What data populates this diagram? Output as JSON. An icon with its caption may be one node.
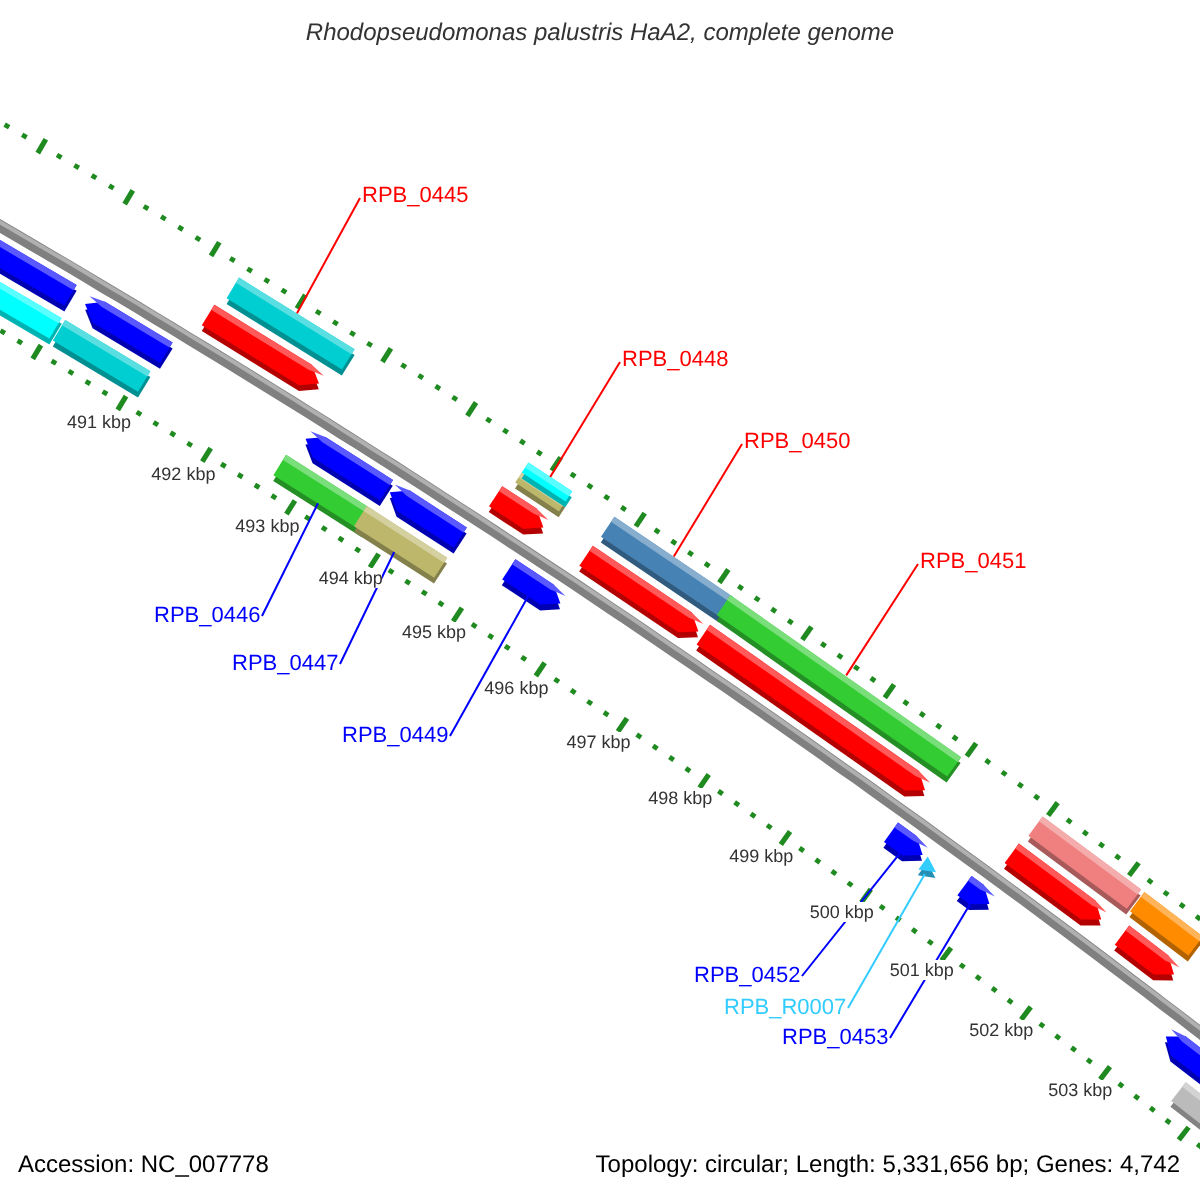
{
  "diagram": {
    "title": "Rhodopseudomonas palustris HaA2, complete genome",
    "nodes": [
      {
        "text": [
          "RPB_0445"
        ]
      },
      {
        "text": [
          "RPB_0448"
        ]
      },
      {
        "text": [
          "RPB_0450"
        ]
      },
      {
        "text": [
          "RPB_0451"
        ]
      },
      {
        "text": [
          "RPB_0446"
        ]
      },
      {
        "text": [
          "RPB_0447"
        ]
      },
      {
        "text": [
          "RPB_0449"
        ]
      },
      {
        "text": [
          "RPB_0452"
        ]
      },
      {
        "text": [
          "RPB_R0007"
        ]
      },
      {
        "text": [
          "RPB_0453"
        ]
      },
      {
        "text": [],
        "shape": "pentagon"
      },
      {
        "text": [],
        "shape": "bar"
      },
      {
        "text": [],
        "shape": "bar"
      },
      {
        "text": [],
        "shape": "pentagon"
      },
      {
        "text": [],
        "shape": "pentagon"
      },
      {
        "text": [],
        "shape": "bar"
      },
      {
        "text": [],
        "shape": "bar"
      },
      {
        "text": [],
        "shape": "pentagon"
      },
      {
        "text": [],
        "shape": "bar"
      },
      {
        "text": [],
        "shape": "pentagon"
      },
      {
        "text": [],
        "shape": "pentagon"
      },
      {
        "text": [],
        "shape": "bar"
      },
      {
        "text": [],
        "shape": "bar"
      },
      {
        "text": [],
        "shape": "pentagon"
      },
      {
        "text": [],
        "shape": "pentagon"
      },
      {
        "text": [],
        "shape": "bar"
      },
      {
        "text": [],
        "shape": "pentagon"
      },
      {
        "text": [],
        "shape": "bar"
      },
      {
        "text": [],
        "shape": "pentagon"
      },
      {
        "text": [],
        "shape": "triangle"
      },
      {
        "text": [],
        "shape": "pentagon"
      },
      {
        "text": [],
        "shape": "pentagon"
      },
      {
        "text": [],
        "shape": "bar"
      },
      {
        "text": [],
        "shape": "bar"
      },
      {
        "text": [],
        "shape": "pentagon"
      },
      {
        "text": [],
        "shape": "pentagon"
      },
      {
        "text": [],
        "shape": "bar"
      }
    ],
    "edges": [
      {
        "from": 0,
        "to": 15,
        "arrow": "none",
        "color": "#ff0000"
      },
      {
        "from": 1,
        "to": 22,
        "arrow": "none",
        "color": "#ff0000"
      },
      {
        "from": 2,
        "to": 25,
        "arrow": "none",
        "color": "#ff0000"
      },
      {
        "from": 3,
        "to": 27,
        "arrow": "none",
        "color": "#ff0000"
      },
      {
        "from": 4,
        "to": 16,
        "arrow": "none"
      },
      {
        "from": 5,
        "to": 18,
        "arrow": "none"
      },
      {
        "from": 6,
        "to": 23,
        "arrow": "none"
      },
      {
        "from": 7,
        "to": 28,
        "arrow": "none"
      },
      {
        "from": 8,
        "to": 29,
        "arrow": "none",
        "color": "#33ccff"
      },
      {
        "from": 9,
        "to": 30,
        "arrow": "none"
      }
    ],
    "labels": [
      "491 kbp",
      "492 kbp",
      "493 kbp",
      "494 kbp",
      "495 kbp",
      "496 kbp",
      "497 kbp",
      "498 kbp",
      "499 kbp",
      "500 kbp",
      "501 kbp",
      "502 kbp",
      "503 kbp",
      "Accession: NC_007778",
      "Topology: circular; Length: 5,331,656 bp; Genes: 4,742"
    ]
  }
}
